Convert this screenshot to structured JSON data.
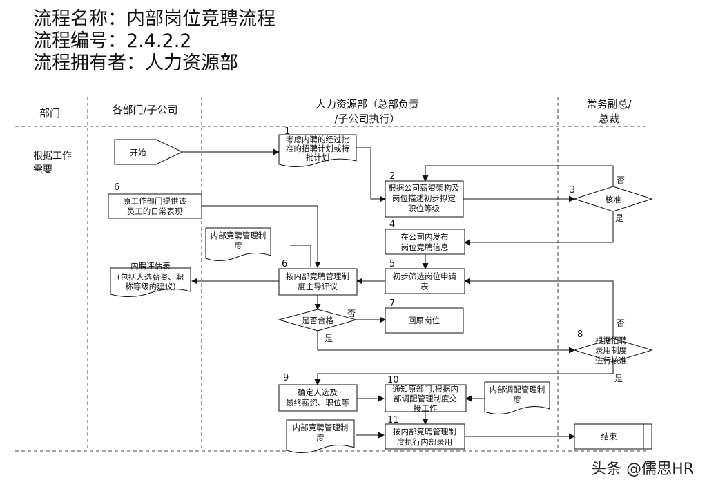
{
  "header": {
    "line1": "流程名称：内部岗位竞聘流程",
    "line2": "流程编号：2.4.2.2",
    "line3": "流程拥有者：人力资源部"
  },
  "lanes": {
    "dept": "部门",
    "branch": "各部门/子公司",
    "hr_line1": "人力资源部（总部负责",
    "hr_line2": "/子公司执行）",
    "exec_line1": "常务副总/",
    "exec_line2": "总裁"
  },
  "trigger": {
    "line1": "根据工作",
    "line2": "需要"
  },
  "nodes": {
    "start": "开始",
    "n1_num": "1",
    "n1_l1": "考虑内聘的经过批",
    "n1_l2": "准的招聘计划或特",
    "n1_l3": "批计划",
    "n2_num": "2",
    "n2_l1": "根据公司薪资架构及",
    "n2_l2": "岗位描述初步拟定",
    "n2_l3": "职位等级",
    "n3_num": "3",
    "n3_label": "核准",
    "n3_no": "否",
    "n3_yes": "是",
    "n4_num": "4",
    "n4_l1": "在公司内发布",
    "n4_l2": "岗位竞聘信息",
    "n5_num": "5",
    "n5_l1": "初步筛选岗位申请",
    "n5_l2": "表",
    "n6a_num": "6",
    "n6a_l1": "原工作部门提供该",
    "n6a_l2": "员工的日常表现",
    "doc_rules1_l1": "内部竞聘管理制",
    "doc_rules1_l2": "度",
    "n6b_num": "6",
    "n6b_l1": "按内部竞聘管理制",
    "n6b_l2": "度主导评议",
    "eval_l1": "内聘评估表",
    "eval_l2": "(包括人选薪资、职",
    "eval_l3": "称等级的建议)",
    "qualified_label": "是否合格",
    "qualified_no": "否",
    "qualified_yes": "是",
    "n7_num": "7",
    "n7_label": "回原岗位",
    "n8_num": "8",
    "n8_l1": "根据招聘",
    "n8_l2": "录用制度",
    "n8_l3": "进行核准",
    "n8_no": "否",
    "n8_yes": "是",
    "n9_num": "9",
    "n9_l1": "确定人选及",
    "n9_l2": "最终薪资、职位等",
    "n10_num": "10",
    "n10_l1": "通知原部门,根据内",
    "n10_l2": "部调配管理制度交",
    "n10_l3": "接工作",
    "doc_transfer_l1": "内部调配管理制",
    "doc_transfer_l2": "度",
    "n11_num": "11",
    "n11_l1": "按内部竞聘管理制",
    "n11_l2": "度执行内部录用",
    "doc_rules2_l1": "内部竞聘管理制",
    "doc_rules2_l2": "度",
    "end": "结束"
  },
  "watermark": "头条 @儒思HR"
}
